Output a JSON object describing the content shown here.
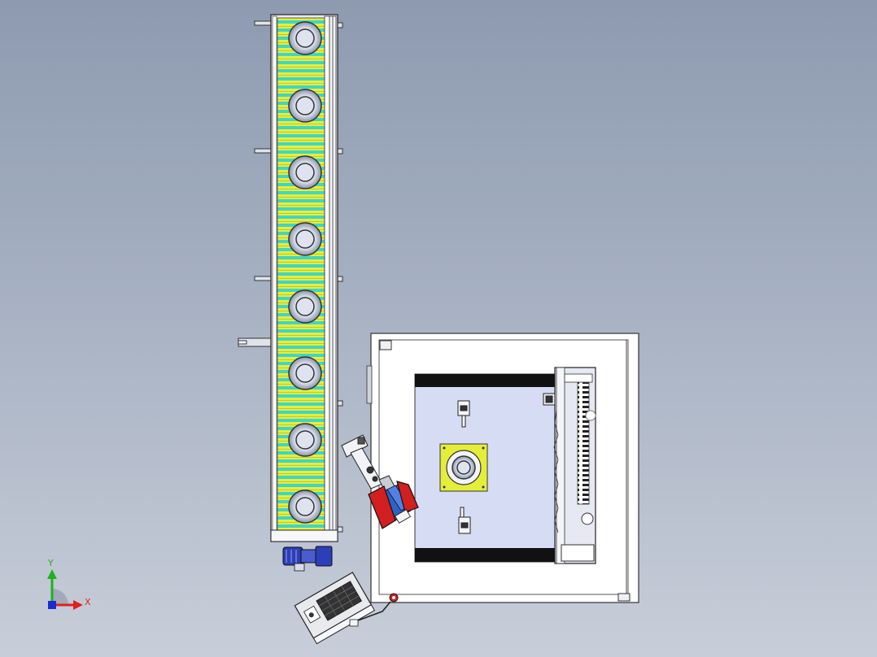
{
  "scene": {
    "view": "top",
    "background_top": "#8e9ab0",
    "background_bottom": "#c8ced9"
  },
  "triad": {
    "x_label": "X",
    "y_label": "Y",
    "x_color": "#e02020",
    "y_color": "#20b020",
    "z_color": "#1a2bd0"
  },
  "conveyor": {
    "roller_color": "#e8ef3a",
    "roller_alt_color": "#3fd6c6",
    "workpiece_count": 8
  },
  "machine": {
    "table_color": "#d6dcf4",
    "fixture_plate_color": "#e4ee38",
    "rail_color": "#111111"
  },
  "robot": {
    "base_color": "#d21f1f",
    "body_color": "#2f62c8"
  },
  "motor": {
    "color": "#2a3fb8"
  },
  "control_panel": {
    "color": "#e9eaee"
  }
}
